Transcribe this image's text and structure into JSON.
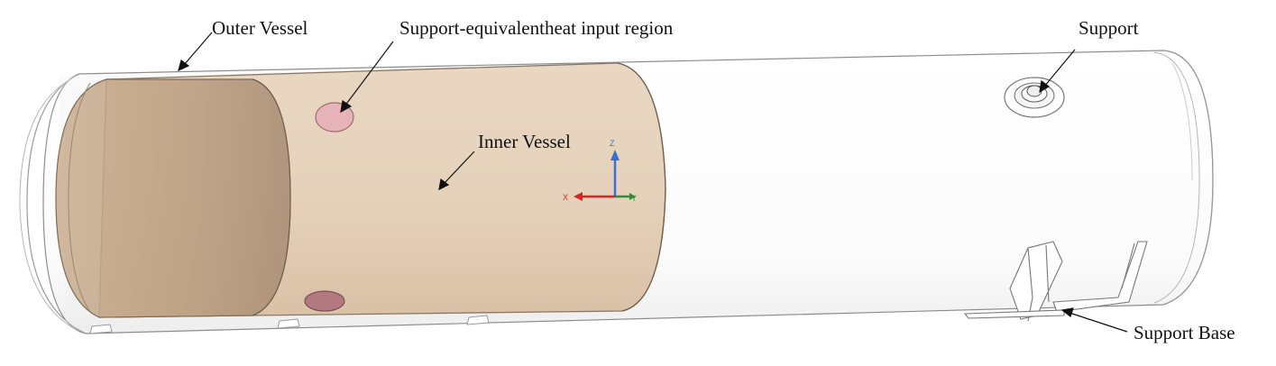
{
  "labels": {
    "outer_vessel": "Outer Vessel",
    "heat_region": "Support-equivalentheat input region",
    "support": "Support",
    "inner_vessel": "Inner Vessel",
    "support_base": "Support Base"
  },
  "triad": {
    "z": "Z",
    "x": "X",
    "y": "Y"
  },
  "colors": {
    "inner_vessel_fill": "#e5cfb6",
    "inner_vessel_stroke": "#8b7765",
    "outer_vessel_stroke": "#8c8c8c",
    "heat_region_fill": "#e6b4b8",
    "axis_z": "#3b6fd6",
    "axis_x": "#e02020",
    "axis_y": "#2e8b3a"
  }
}
